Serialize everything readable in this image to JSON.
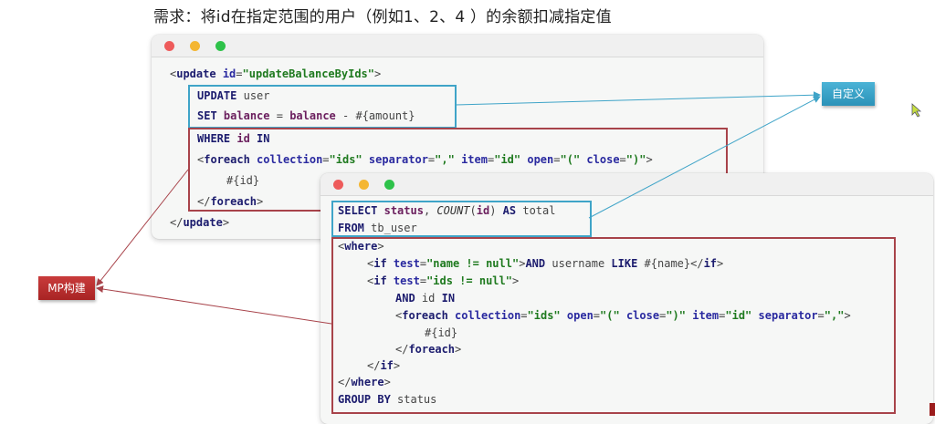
{
  "title": "需求：将id在指定范围的用户（例如1、2、4 ）的余额扣减指定值",
  "window1": {
    "lines": {
      "open_tag_name": "update",
      "open_attr": "id",
      "open_value": "\"updateBalanceByIds\"",
      "update_kw": "UPDATE",
      "update_table": "user",
      "set_kw": "SET",
      "set_col1": "balance",
      "set_eq": "=",
      "set_col2": "balance",
      "set_rest": "- #{amount}",
      "where_kw": "WHERE",
      "where_col": "id",
      "in_kw": "IN",
      "foreach_tag": "foreach",
      "fe_attr1": "collection",
      "fe_val1": "\"ids\"",
      "fe_attr2": "separator",
      "fe_val2": "\",\"",
      "fe_attr3": "item",
      "fe_val3": "\"id\"",
      "fe_attr4": "open",
      "fe_val4": "\"(\"",
      "fe_attr5": "close",
      "fe_val5": "\")\"",
      "item_expr": "#{id}",
      "foreach_close": "foreach",
      "update_close": "update"
    }
  },
  "window2": {
    "lines": {
      "select_kw": "SELECT",
      "select_col": "status",
      "count_fn": "COUNT",
      "count_arg": "id",
      "as_kw": "AS",
      "alias": "total",
      "from_kw": "FROM",
      "from_table": "tb_user",
      "where_tag": "where",
      "if_tag": "if",
      "if1_attr": "test",
      "if1_val": "\"name != null\"",
      "and_kw": "AND",
      "username": "username",
      "like_kw": "LIKE",
      "name_expr": "#{name}",
      "if2_val": "\"ids != null\"",
      "id_col": "id",
      "in_kw": "IN",
      "foreach_tag": "foreach",
      "fe_attr1": "collection",
      "fe_val1": "\"ids\"",
      "fe_attr2": "open",
      "fe_val2": "\"(\"",
      "fe_attr3": "close",
      "fe_val3": "\")\"",
      "fe_attr4": "item",
      "fe_val4": "\"id\"",
      "fe_attr5": "separator",
      "fe_val5": "\",\"",
      "item_expr": "#{id}",
      "group_kw": "GROUP BY",
      "group_col": "status"
    }
  },
  "labels": {
    "custom": "自定义",
    "mp": "MP构建"
  },
  "colors": {
    "custom_box": "#3fa4c8",
    "mp_box": "#a8434a",
    "custom_label": "#2b92b8",
    "mp_label": "#a82424"
  }
}
